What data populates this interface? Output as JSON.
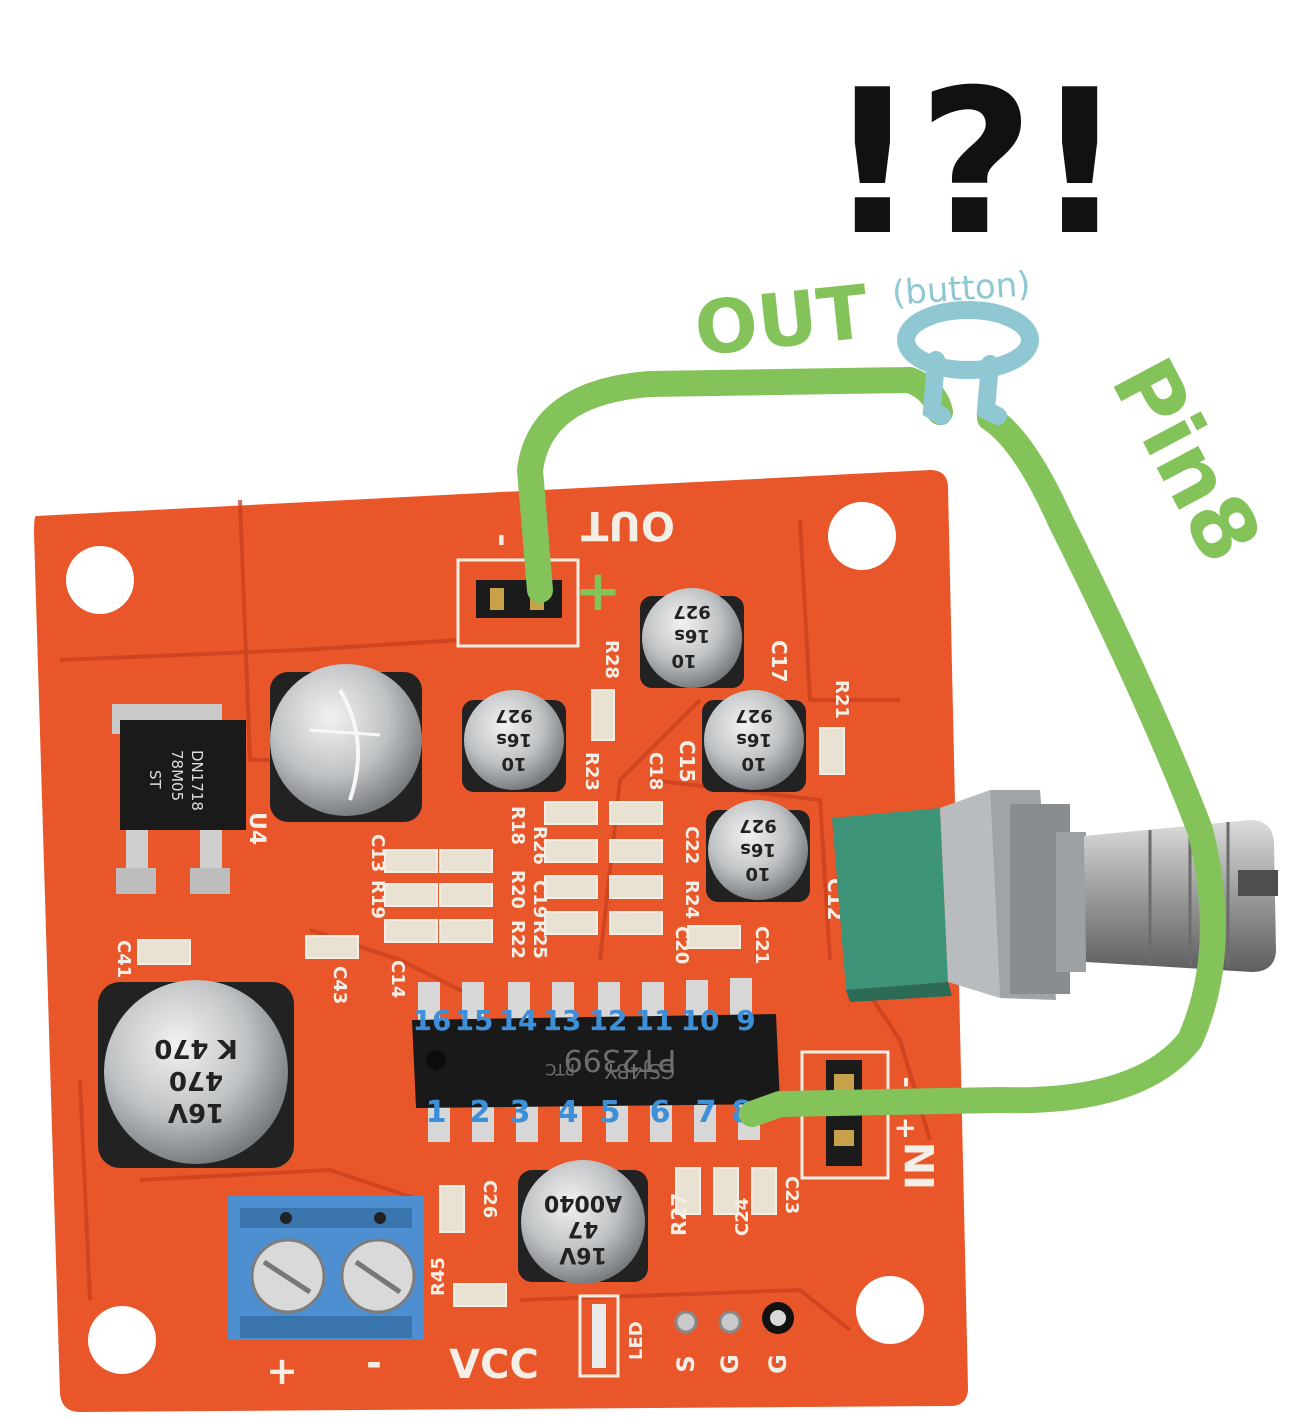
{
  "board": {
    "labels": {
      "out": "OUT",
      "out_minus": "-",
      "in": "IN",
      "in_plus": "+",
      "in_minus": "-",
      "vcc": "VCC",
      "vcc_plus": "+",
      "vcc_minus": "-",
      "led": "LED",
      "s": "S",
      "g1": "G",
      "g2": "G"
    },
    "component_labels": {
      "u4": "U4",
      "r28": "R28",
      "r21": "R21",
      "c17": "C17",
      "c15": "C15",
      "c12": "C12",
      "c18": "C18",
      "c22": "C22",
      "r23": "R23",
      "r18": "R18",
      "r26": "R26",
      "r24": "R24",
      "r20": "R20",
      "r19": "R19",
      "c13": "C13",
      "c19": "C19",
      "r22": "R22",
      "r25": "R25",
      "c20": "C20",
      "c21": "C21",
      "c41": "C41",
      "c43": "C43",
      "c14": "C14",
      "c26": "C26",
      "r27": "R27",
      "c24": "C24",
      "c23": "C23",
      "r45": "R45"
    },
    "regulator": {
      "brand": "ST",
      "part": "78M05",
      "code": "DN1718"
    },
    "caps": {
      "small_line1": "10",
      "small_line2": "16s",
      "small_line3": "927",
      "big_lower_line1": "16V",
      "big_lower_line2": "470",
      "big_lower_line3": "K 470",
      "bottom_line1": "16V",
      "bottom_line2": "47",
      "bottom_line3": "A0040"
    },
    "chip": {
      "line1": "PT2399",
      "line2": "CSJ4BY",
      "line3": "PTC"
    }
  },
  "annotations": {
    "pins_top": [
      "16",
      "15",
      "14",
      "13",
      "12",
      "11",
      "10",
      "9"
    ],
    "pins_bottom": [
      "1",
      "2",
      "3",
      "4",
      "5",
      "6",
      "7",
      "8"
    ],
    "out_label": "OUT",
    "pin8_label": "Pin8",
    "button_label": "(button)",
    "exclaim": "!?!",
    "plus_mark": "+"
  },
  "colors": {
    "pcb": "#e8562a",
    "pcb_dark": "#c8401c",
    "wire_green": "#83c35a",
    "button_teal": "#8fc8d2",
    "pin_blue": "#3d8fd8",
    "pot_green": "#3e9478"
  }
}
